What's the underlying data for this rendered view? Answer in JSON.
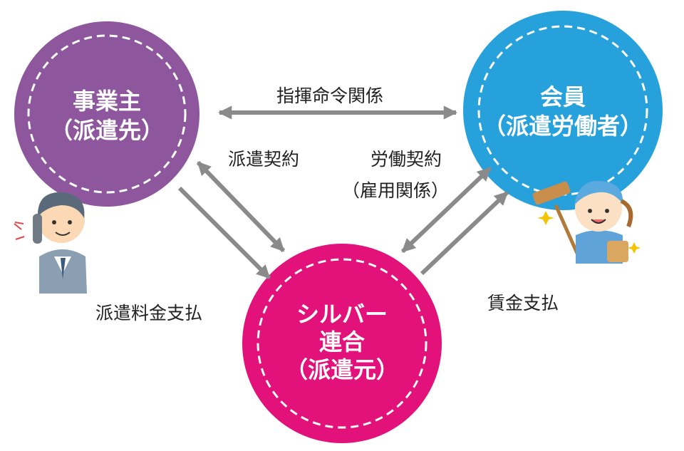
{
  "nodes": {
    "employer": {
      "line1": "事業主",
      "line2": "（派遣先）",
      "color": "#8e579d"
    },
    "member": {
      "line1": "会員",
      "line2": "（派遣労働者）",
      "color": "#27a1dc"
    },
    "silver": {
      "line1": "シルバー",
      "line2": "連合",
      "line3": "（派遣元）",
      "color": "#e2127a"
    }
  },
  "relations": {
    "command": "指揮命令関係",
    "dispatch_contract": "派遣契約",
    "labor_contract": "労働契約",
    "employment": "（雇用関係）",
    "dispatch_fee": "派遣料金支払",
    "wage": "賃金支払"
  },
  "colors": {
    "arrow": "#8a8a8a"
  }
}
